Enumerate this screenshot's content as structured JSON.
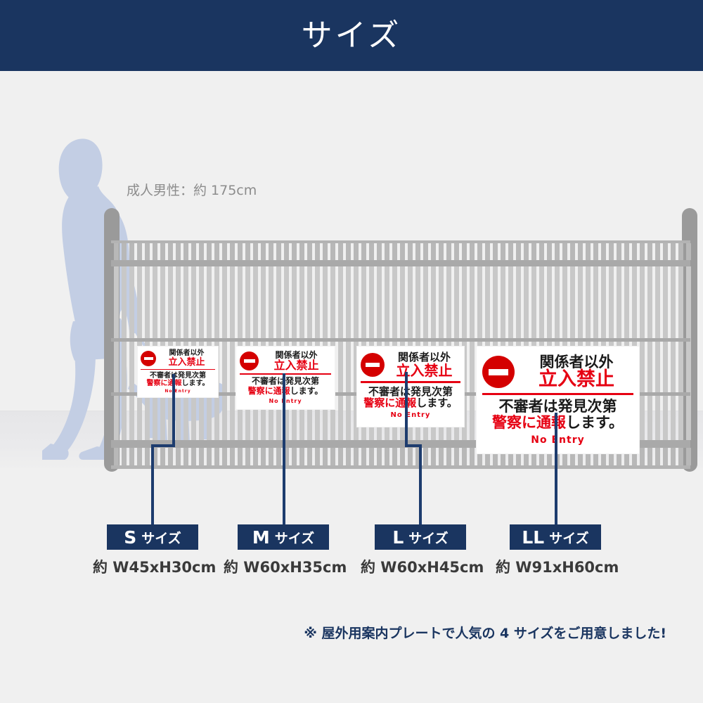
{
  "header": {
    "title": "サイズ"
  },
  "person": {
    "label": "成人男性：約 175cm"
  },
  "sign": {
    "icon": "no-entry-icon",
    "line1": "関係者以外",
    "line2": "立入禁止",
    "line3": "不審者は発見次第",
    "line4_red": "警察に通報",
    "line4_black": "します。",
    "line5": "No Entry"
  },
  "sizes": [
    {
      "key": "S",
      "letter": "S",
      "unit": "サイズ",
      "dimensions": "約 W45xH30cm"
    },
    {
      "key": "M",
      "letter": "M",
      "unit": "サイズ",
      "dimensions": "約 W60xH35cm"
    },
    {
      "key": "L",
      "letter": "L",
      "unit": "サイズ",
      "dimensions": "約 W60xH45cm"
    },
    {
      "key": "LL",
      "letter": "LL",
      "unit": "サイズ",
      "dimensions": "約 W91xH60cm"
    }
  ],
  "footer": {
    "note": "※ 屋外用案内プレートで人気の 4 サイズをご用意しました!"
  },
  "colors": {
    "header_navy": "#1a3560",
    "accent_red": "#e60012",
    "sign_red_icon": "#d40000",
    "background": "#f0f0f0",
    "fence_gray": "#9a9a9a",
    "leader_navy": "#1d3c6e",
    "silhouette_blue": "#c3cee4",
    "label_gray": "#8c8c8c"
  }
}
